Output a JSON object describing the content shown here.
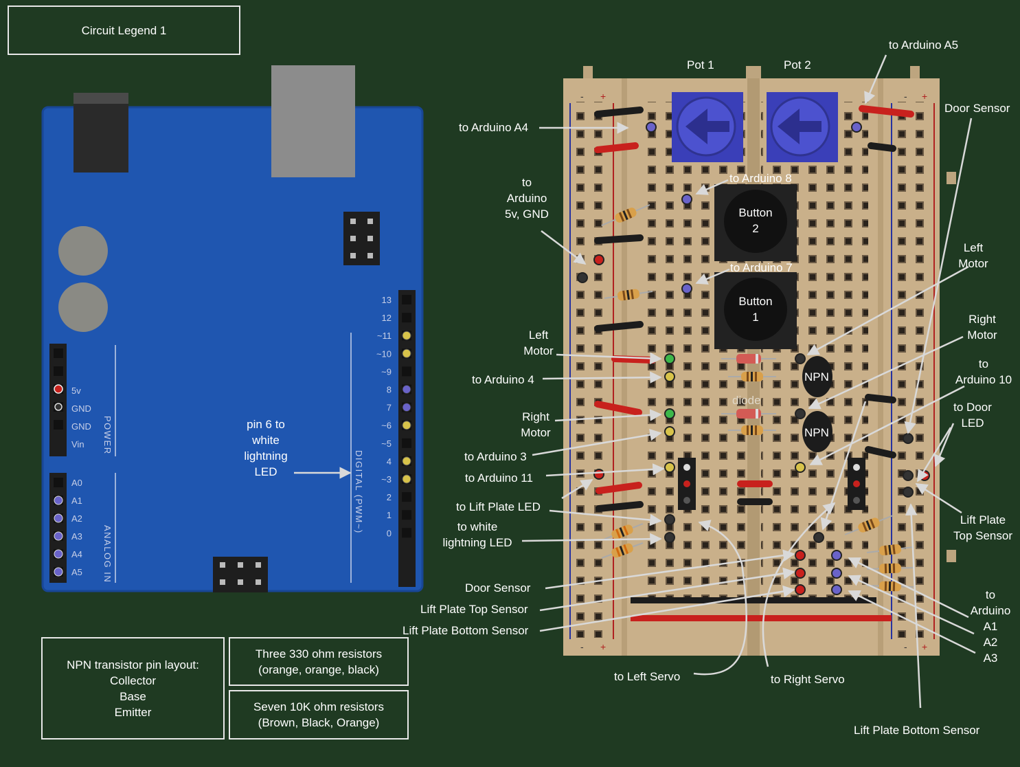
{
  "legend_title": "Circuit Legend 1",
  "notes": {
    "npn_title": "NPN transistor pin layout:",
    "npn_pins": [
      "Collector",
      "Base",
      "Emitter"
    ],
    "res330_line1": "Three 330 ohm resistors",
    "res330_line2": "(orange, orange, black)",
    "res10k_line1": "Seven 10K ohm resistors",
    "res10k_line2": "(Brown, Black, Orange)"
  },
  "arduino": {
    "digital_pins": [
      "13",
      "12",
      "~11",
      "~10",
      "~9",
      "8",
      "7",
      "~6",
      "~5",
      "4",
      "~3",
      "2",
      "1",
      "0"
    ],
    "power_pins": [
      "5v",
      "GND",
      "GND",
      "Vin"
    ],
    "analog_pins": [
      "A0",
      "A1",
      "A2",
      "A3",
      "A4",
      "A5"
    ],
    "power_label": "POWER",
    "analog_label": "ANALOG IN",
    "digital_label": "DIGITAL (PWM~)"
  },
  "breadboard": {
    "pot1": "Pot 1",
    "pot2": "Pot 2",
    "button2": "Button\n2",
    "button1": "Button\n1",
    "npn1": "NPN",
    "npn2": "NPN",
    "diode": "diode"
  },
  "labels": {
    "pin6": "pin 6 to\nwhite\nlightning\nLED",
    "to_a4": "to Arduino A4",
    "to_a5": "to Arduino A5",
    "to_5v_gnd": "to\nArduino\n5v, GND",
    "to_8": "to Arduino 8",
    "to_7": "to Arduino 7",
    "left_motor_l": "Left\nMotor",
    "to_4": "to Arduino 4",
    "right_motor_l": "Right\nMotor",
    "to_3": "to Arduino 3",
    "to_11": "to Arduino 11",
    "to_lift_led": "to Lift Plate LED",
    "to_white_led": "to white\nlightning LED",
    "door_sensor_l": "Door Sensor",
    "lift_top_l": "Lift Plate Top Sensor",
    "lift_bottom_l": "Lift Plate Bottom Sensor",
    "to_left_servo": "to Left Servo",
    "to_right_servo": "to Right Servo",
    "lift_bottom_b": "Lift Plate Bottom Sensor",
    "door_sensor_r": "Door Sensor",
    "left_motor_r": "Left\nMotor",
    "right_motor_r": "Right\nMotor",
    "to_10": "to\nArduino 10",
    "to_door_led": "to Door\nLED",
    "lift_top_r": "Lift Plate\nTop Sensor",
    "to_a123": "to\nArduino\nA1\nA2\nA3"
  },
  "colors": {
    "background": "#1f3a22",
    "arduino_board": "#1f56b0",
    "breadboard": "#c9b08a",
    "pot_blue": "#3a3fb8",
    "wire_red": "#c8211d",
    "wire_black": "#1c1c1c"
  }
}
